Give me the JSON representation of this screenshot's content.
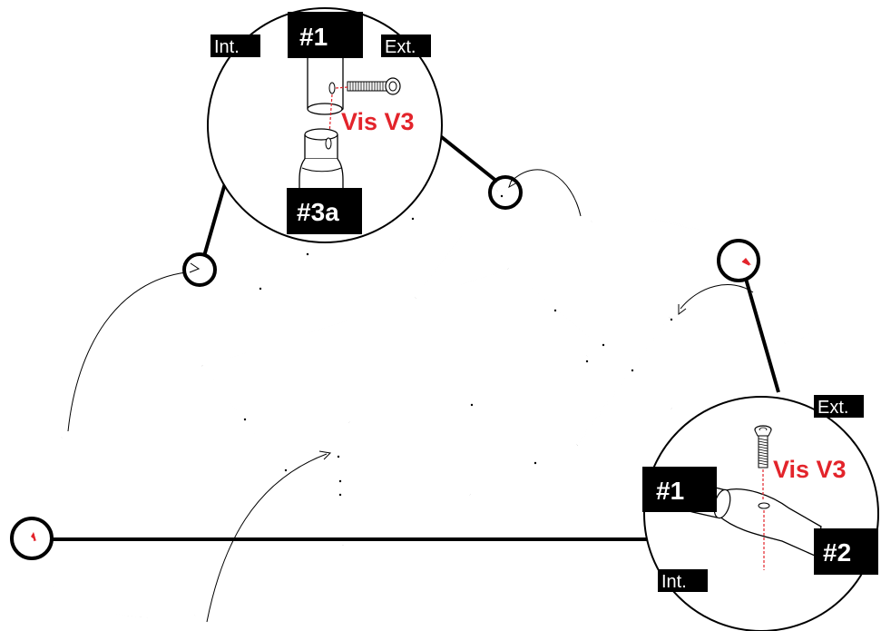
{
  "labels": {
    "part1_top": "#1",
    "part3a": "#3a",
    "int_top": "Int.",
    "ext_top": "Ext.",
    "screw_top": "Vis V3",
    "part1_bottom": "#1",
    "part2": "#2",
    "ext_bottom": "Ext.",
    "int_bottom": "Int.",
    "screw_bottom": "Vis V3"
  },
  "colors": {
    "accent_red": "#e3242b",
    "line": "#000000",
    "label_bg": "#000000",
    "label_text": "#ffffff"
  }
}
